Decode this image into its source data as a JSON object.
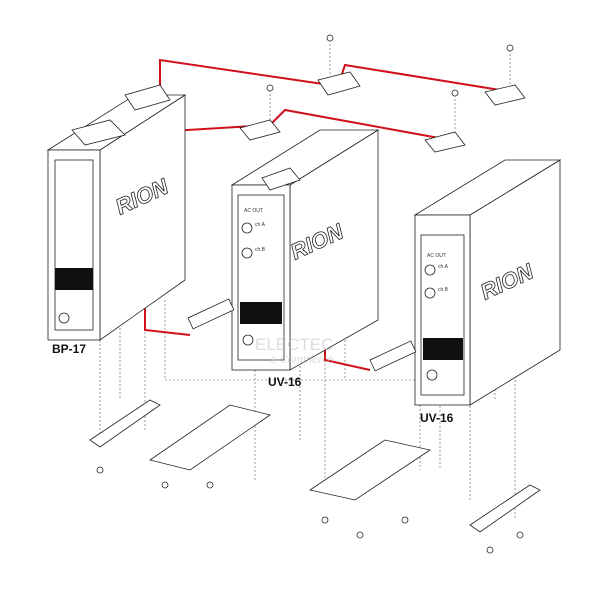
{
  "modules": [
    {
      "label": "BP-17",
      "logo": "RION"
    },
    {
      "label": "UV-16",
      "logo": "RION",
      "panel_title": "AC OUT",
      "ch_a": "ch.A",
      "ch_b": "ch.B"
    },
    {
      "label": "UV-16",
      "logo": "RION",
      "panel_title": "AC OUT",
      "ch_a": "ch.A",
      "ch_b": "ch.B"
    }
  ],
  "watermark": {
    "line1": "ELECTEC",
    "line2": "e-Commerce"
  },
  "colors": {
    "connector_line": "#d0101a",
    "outline": "#222222",
    "watermark": "#f2b46a"
  }
}
